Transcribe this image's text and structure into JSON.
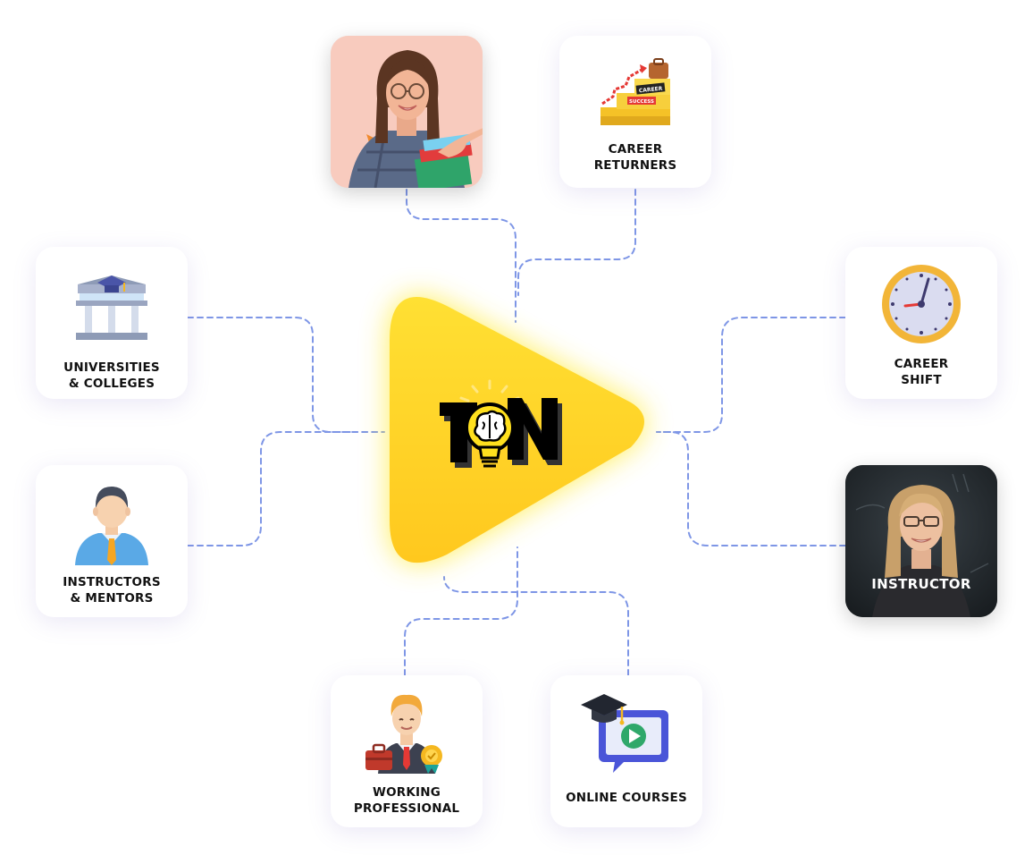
{
  "nodes": {
    "universities": {
      "line1": "UNIVERSITIES",
      "line2": "& COLLEGES"
    },
    "instructors_mentors": {
      "line1": "INSTRUCTORS",
      "line2": "& MENTORS"
    },
    "career_returners": {
      "line1": "CAREER",
      "line2": "RETURNERS"
    },
    "career_shift": {
      "line1": "CAREER",
      "line2": "SHIFT"
    },
    "instructor": {
      "label": "INSTRUCTOR"
    },
    "working_professional": {
      "line1": "WORKING",
      "line2": "PROFESSIONAL"
    },
    "online_courses": {
      "label": "ONLINE COURSES"
    }
  },
  "hub": {
    "logo_text": "TN"
  },
  "icon_text": {
    "career": "CAREER",
    "success": "SUCCESS"
  },
  "colors": {
    "hub_yellow": "#FFD21F",
    "connector": "#7E96E6",
    "text": "#111111"
  }
}
